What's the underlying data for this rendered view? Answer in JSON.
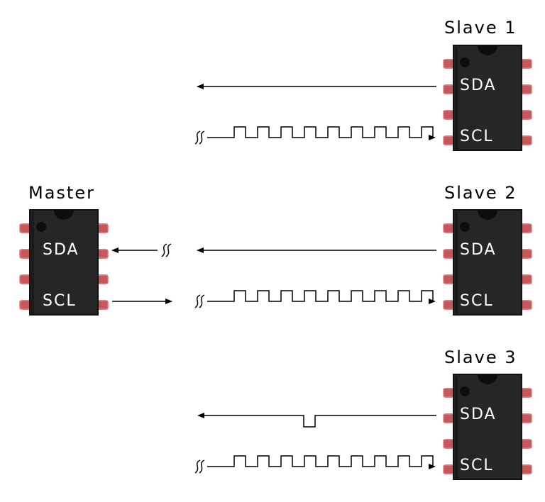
{
  "colors": {
    "chip_body": "#262626",
    "chip_border": "#111111",
    "pin_fill": "#c8575b",
    "pin_stroke": "#e07a7e",
    "pin_metal": "#9a9a9a",
    "wire": "#000000",
    "text_on_chip": "#ffffff"
  },
  "master": {
    "title": "Master",
    "sda": "SDA",
    "scl": "SCL"
  },
  "slaves": [
    {
      "title": "Slave 1",
      "sda": "SDA",
      "scl": "SCL"
    },
    {
      "title": "Slave 2",
      "sda": "SDA",
      "scl": "SCL"
    },
    {
      "title": "Slave 3",
      "sda": "SDA",
      "scl": "SCL"
    }
  ],
  "signals": {
    "clock_pulses": 9,
    "slave3_sda_pulse": "low"
  }
}
